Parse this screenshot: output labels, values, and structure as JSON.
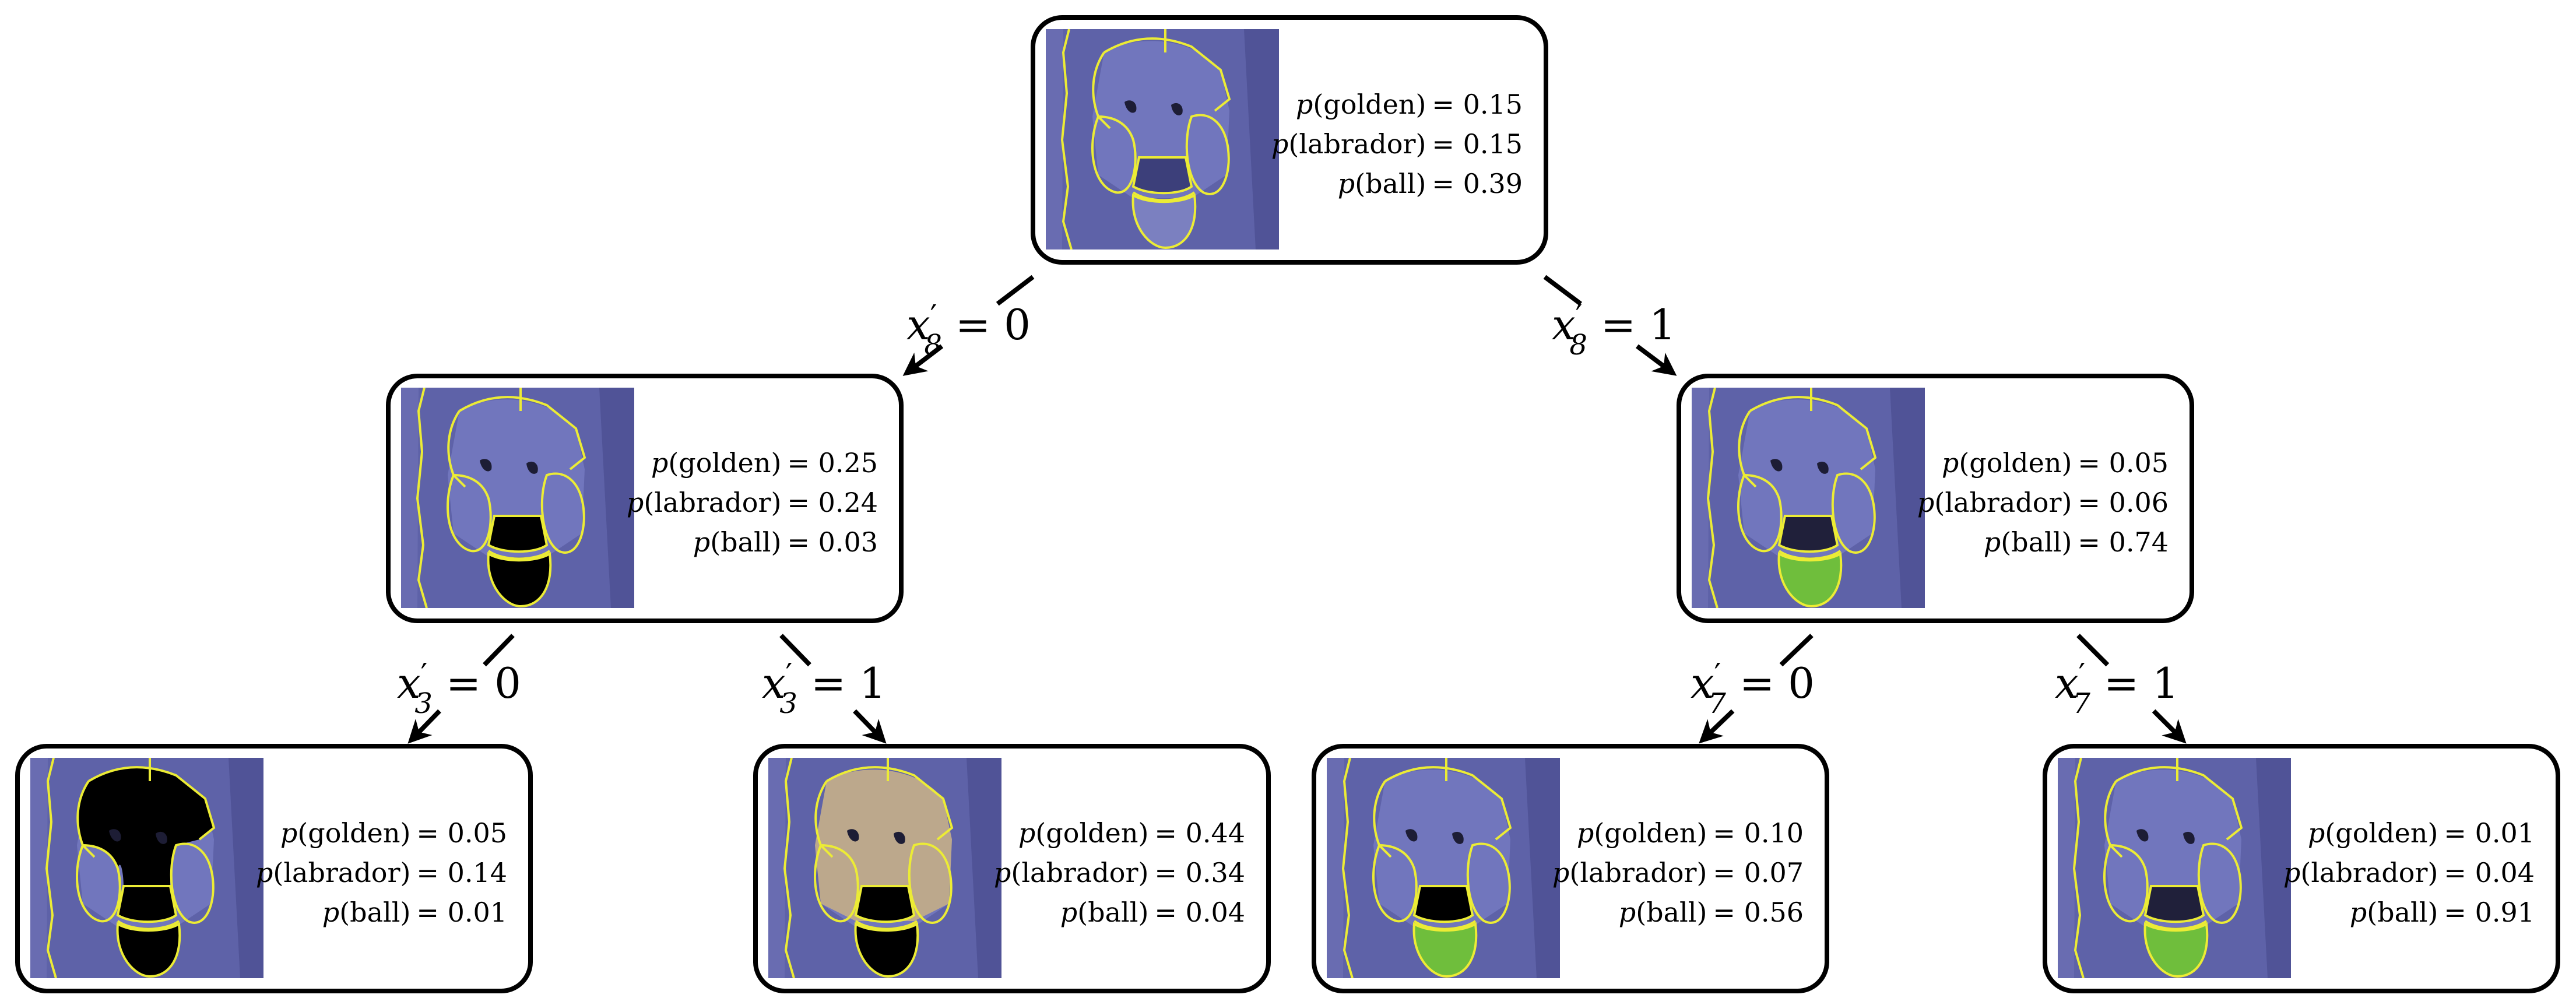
{
  "colors": {
    "segment_outline": "#ecec35",
    "image_tint": "#5e62a8",
    "masked": "#000000",
    "ball_green": "#6fbe3c",
    "dog_fur": "#c9b184"
  },
  "nodes": [
    {
      "id": "root",
      "variant": "root",
      "probs": [
        {
          "var": "p",
          "label": "(golden)",
          "value": "= 0.15"
        },
        {
          "var": "p",
          "label": "(labrador)",
          "value": "= 0.15"
        },
        {
          "var": "p",
          "label": "(ball)",
          "value": "= 0.39"
        }
      ]
    },
    {
      "id": "left",
      "variant": "ball-masked",
      "probs": [
        {
          "var": "p",
          "label": "(golden)",
          "value": "= 0.25"
        },
        {
          "var": "p",
          "label": "(labrador)",
          "value": "= 0.24"
        },
        {
          "var": "p",
          "label": "(ball)",
          "value": "= 0.03"
        }
      ]
    },
    {
      "id": "right",
      "variant": "ball-visible",
      "probs": [
        {
          "var": "p",
          "label": "(golden)",
          "value": "= 0.05"
        },
        {
          "var": "p",
          "label": "(labrador)",
          "value": "= 0.06"
        },
        {
          "var": "p",
          "label": "(ball)",
          "value": "= 0.74"
        }
      ]
    },
    {
      "id": "left-left",
      "variant": "head-and-ball-masked",
      "probs": [
        {
          "var": "p",
          "label": "(golden)",
          "value": "= 0.05"
        },
        {
          "var": "p",
          "label": "(labrador)",
          "value": "= 0.14"
        },
        {
          "var": "p",
          "label": "(ball)",
          "value": "= 0.01"
        }
      ]
    },
    {
      "id": "left-right",
      "variant": "head-visible",
      "probs": [
        {
          "var": "p",
          "label": "(golden)",
          "value": "= 0.44"
        },
        {
          "var": "p",
          "label": "(labrador)",
          "value": "= 0.34"
        },
        {
          "var": "p",
          "label": "(ball)",
          "value": "= 0.04"
        }
      ]
    },
    {
      "id": "right-left",
      "variant": "mouth-masked",
      "probs": [
        {
          "var": "p",
          "label": "(golden)",
          "value": "= 0.10"
        },
        {
          "var": "p",
          "label": "(labrador)",
          "value": "= 0.07"
        },
        {
          "var": "p",
          "label": "(ball)",
          "value": "= 0.56"
        }
      ]
    },
    {
      "id": "right-right",
      "variant": "mouth-visible",
      "probs": [
        {
          "var": "p",
          "label": "(golden)",
          "value": "= 0.01"
        },
        {
          "var": "p",
          "label": "(labrador)",
          "value": "= 0.04"
        },
        {
          "var": "p",
          "label": "(ball)",
          "value": "= 0.91"
        }
      ]
    }
  ],
  "edges": [
    {
      "from": "root",
      "to": "left",
      "var": "x",
      "prime": "′",
      "sub": "8",
      "rest": " = 0"
    },
    {
      "from": "root",
      "to": "right",
      "var": "x",
      "prime": "′",
      "sub": "8",
      "rest": " = 1"
    },
    {
      "from": "left",
      "to": "left-left",
      "var": "x",
      "prime": "′",
      "sub": "3",
      "rest": " = 0"
    },
    {
      "from": "left",
      "to": "left-right",
      "var": "x",
      "prime": "′",
      "sub": "3",
      "rest": " = 1"
    },
    {
      "from": "right",
      "to": "right-left",
      "var": "x",
      "prime": "′",
      "sub": "7",
      "rest": " = 0"
    },
    {
      "from": "right",
      "to": "right-right",
      "var": "x",
      "prime": "′",
      "sub": "7",
      "rest": " = 1"
    }
  ]
}
